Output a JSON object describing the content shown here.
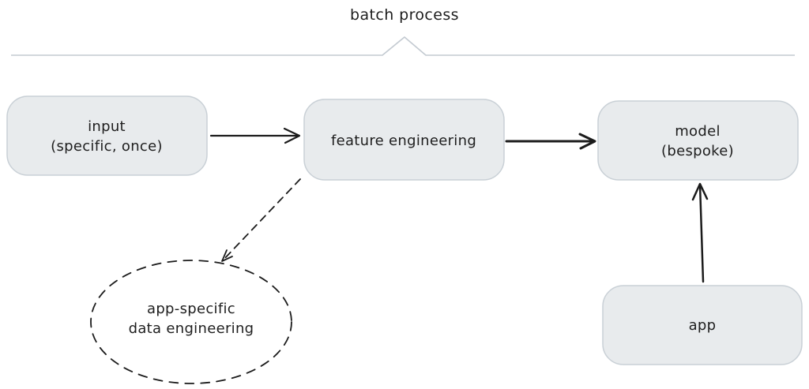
{
  "title": {
    "label": "batch process"
  },
  "nodes": {
    "input": {
      "line1": "input",
      "line2": "(specific, once)"
    },
    "feature_engineering": {
      "label": "feature engineering"
    },
    "model": {
      "line1": "model",
      "line2": "(bespoke)"
    },
    "app": {
      "label": "app"
    },
    "data_engineering": {
      "line1": "app-specific",
      "line2": "data engineering"
    }
  },
  "edges": [
    {
      "from": "input",
      "to": "feature_engineering",
      "style": "solid-arrow"
    },
    {
      "from": "feature_engineering",
      "to": "model",
      "style": "solid-arrow"
    },
    {
      "from": "app",
      "to": "model",
      "style": "solid-arrow"
    },
    {
      "from": "feature_engineering",
      "to": "data_engineering",
      "style": "dashed-arrow"
    }
  ],
  "annotation": {
    "label": "batch process",
    "covers": "input, feature engineering, model"
  },
  "colors": {
    "background": "#ffffff",
    "node_fill": "#e8ebed",
    "node_stroke": "#c9d0d6",
    "brace": "#c3cad1",
    "line": "#1b1b1b",
    "text": "#1e1e1e"
  }
}
